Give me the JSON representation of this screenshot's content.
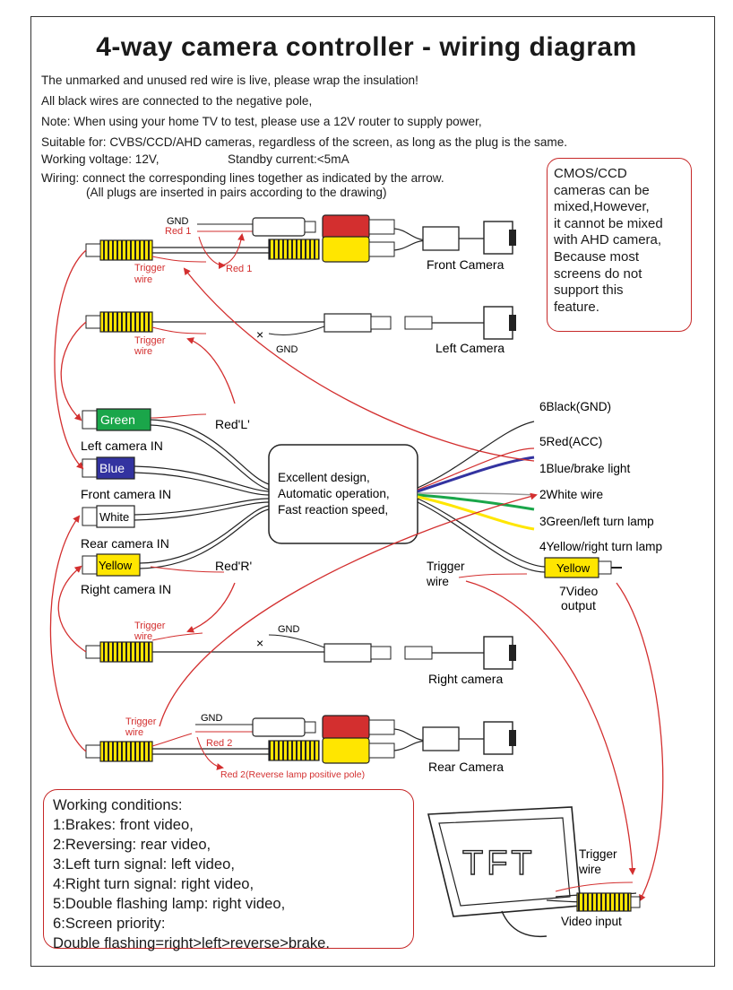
{
  "title": "4-way camera controller - wiring diagram",
  "notes": [
    "The unmarked and unused red wire is live, please wrap the insulation!",
    "All black wires are connected to the negative pole,",
    "Note: When using your home TV to test, please use a 12V router to supply power,",
    "Suitable for: CVBS/CCD/AHD cameras, regardless of the screen, as long as the plug is the same."
  ],
  "voltage": "Working voltage: 12V,",
  "standby": "Standby current:<5mA",
  "wiring_note": "Wiring: connect the corresponding lines together as indicated by the arrow.",
  "wiring_sub": "(All plugs are inserted in pairs according to the drawing)",
  "mix_note": [
    "CMOS/CCD",
    "cameras can be",
    "mixed,However,",
    "it cannot be mixed",
    "with AHD camera,",
    "Because most",
    "screens do not",
    "support this",
    "feature."
  ],
  "controller": {
    "lines": [
      "Excellent design,",
      "Automatic operation,",
      "Fast reaction speed,"
    ]
  },
  "cameras": {
    "front": "Front Camera",
    "left": "Left Camera",
    "right": "Right camera",
    "rear": "Rear Camera"
  },
  "inputs": {
    "green": "Green",
    "green_label": "Left camera IN",
    "blue": "Blue",
    "blue_label": "Front camera IN",
    "white": "White",
    "white_label": "Rear camera IN",
    "yellow": "Yellow",
    "yellow_label": "Right camera IN"
  },
  "outputs": {
    "black": "6Black(GND)",
    "red": "5Red(ACC)",
    "blue": "1Blue/brake light",
    "white": "2White wire",
    "green": "3Green/left turn lamp",
    "yellow": "4Yellow/right turn lamp",
    "video_plug": "Yellow",
    "video_l1": "7Video",
    "video_l2": "output"
  },
  "small_labels": {
    "gnd": "GND",
    "red1": "Red 1",
    "red2": "Red 2",
    "red2_full": "Red 2(Reverse lamp positive pole)",
    "trigger": "Trigger",
    "wire": "wire",
    "red_l": "Red'L'",
    "red_r": "Red'R'",
    "x": "×"
  },
  "trigger_mid": [
    "Trigger",
    "wire"
  ],
  "tft": {
    "screen": "TFT",
    "trigger": "Trigger",
    "wire": "wire",
    "video_input": "Video input"
  },
  "conditions": [
    "Working conditions:",
    "1:Brakes: front video,",
    "2:Reversing: rear video,",
    "3:Left turn signal: left video,",
    "4:Right turn signal: right video,",
    "5:Double flashing lamp: right video,",
    "6:Screen priority:",
    "Double flashing=right>left>reverse>brake."
  ],
  "colors": {
    "red": "#d32f2f",
    "yellow": "#ffe600",
    "green": "#1aa64a",
    "blue": "#3333a0",
    "frame": "#333333"
  }
}
